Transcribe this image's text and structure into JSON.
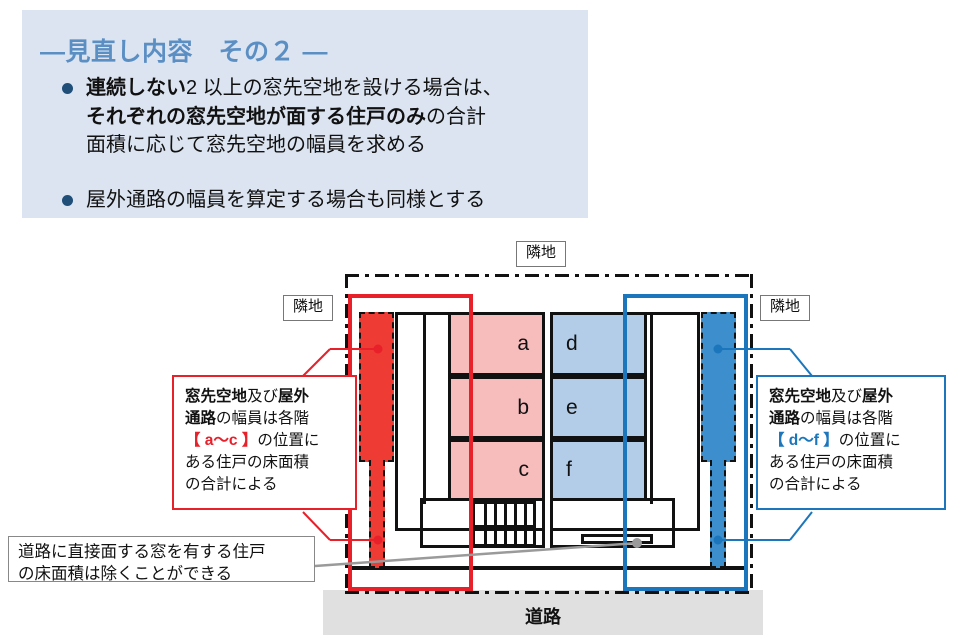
{
  "header": {
    "title": "―見直し内容　その２ ―",
    "title_color": "#5b8fc4",
    "panel_color": "#dbe4f0",
    "bullets": [
      {
        "lines": [
          {
            "segments": [
              {
                "t": "連続しない",
                "bold": true
              },
              {
                "t": "2 以上の窓先空地を設ける場合は、",
                "bold": false
              }
            ]
          },
          {
            "segments": [
              {
                "t": "それぞれの窓先空地が面する住戸のみ",
                "bold": true
              },
              {
                "t": "の合計",
                "bold": false
              }
            ]
          },
          {
            "segments": [
              {
                "t": "面積に応じて窓先空地の幅員を求める",
                "bold": false
              }
            ]
          }
        ]
      },
      {
        "lines": [
          {
            "segments": [
              {
                "t": "屋外通路の幅員を算定する場合も同様とする",
                "bold": false
              }
            ]
          }
        ]
      }
    ]
  },
  "diagram": {
    "land_labels": {
      "top": "隣地",
      "left": "隣地",
      "right": "隣地"
    },
    "road_label": "道路",
    "road_color": "#e0e0e0",
    "units_left": [
      "a",
      "b",
      "c"
    ],
    "units_right": [
      "d",
      "f",
      "e"
    ],
    "unit_left_a": "a",
    "unit_left_b": "b",
    "unit_left_c": "c",
    "unit_right_d": "d",
    "unit_right_e": "e",
    "unit_right_f": "f",
    "red_accent": "#e8202a",
    "blue_accent": "#1b76bc",
    "red_band_fill": "#ee3b33",
    "blue_band_fill": "#3d8ecc",
    "unit_red_fill": "#f7bcbc",
    "unit_blue_fill": "#b3cde8"
  },
  "callouts": {
    "left": {
      "lines": [
        {
          "segments": [
            {
              "t": "窓先空地",
              "bold": true
            },
            {
              "t": "及び",
              "bold": false
            },
            {
              "t": "屋外",
              "bold": true
            }
          ]
        },
        {
          "segments": [
            {
              "t": "通路",
              "bold": true
            },
            {
              "t": "の幅員は各階",
              "bold": false
            }
          ]
        },
        {
          "segments": [
            {
              "t": "【 a～c 】",
              "key": "red"
            },
            {
              "t": "の位置に",
              "bold": false
            }
          ]
        },
        {
          "segments": [
            {
              "t": "ある住戸の床面積",
              "bold": false
            }
          ]
        },
        {
          "segments": [
            {
              "t": "の合計による",
              "bold": false
            }
          ]
        }
      ]
    },
    "right": {
      "lines": [
        {
          "segments": [
            {
              "t": "窓先空地",
              "bold": true
            },
            {
              "t": "及び",
              "bold": false
            },
            {
              "t": "屋外",
              "bold": true
            }
          ]
        },
        {
          "segments": [
            {
              "t": "通路",
              "bold": true
            },
            {
              "t": "の幅員は各階",
              "bold": false
            }
          ]
        },
        {
          "segments": [
            {
              "t": "【 d～f 】",
              "key": "blue"
            },
            {
              "t": "の位置に",
              "bold": false
            }
          ]
        },
        {
          "segments": [
            {
              "t": "ある住戸の床面積",
              "bold": false
            }
          ]
        },
        {
          "segments": [
            {
              "t": "の合計による",
              "bold": false
            }
          ]
        }
      ]
    },
    "bottom": {
      "lines": [
        {
          "segments": [
            {
              "t": "道路に直接面する窓を有する住戸",
              "bold": false
            }
          ]
        },
        {
          "segments": [
            {
              "t": "の床面積は除くことができる",
              "bold": false
            }
          ]
        }
      ]
    }
  }
}
